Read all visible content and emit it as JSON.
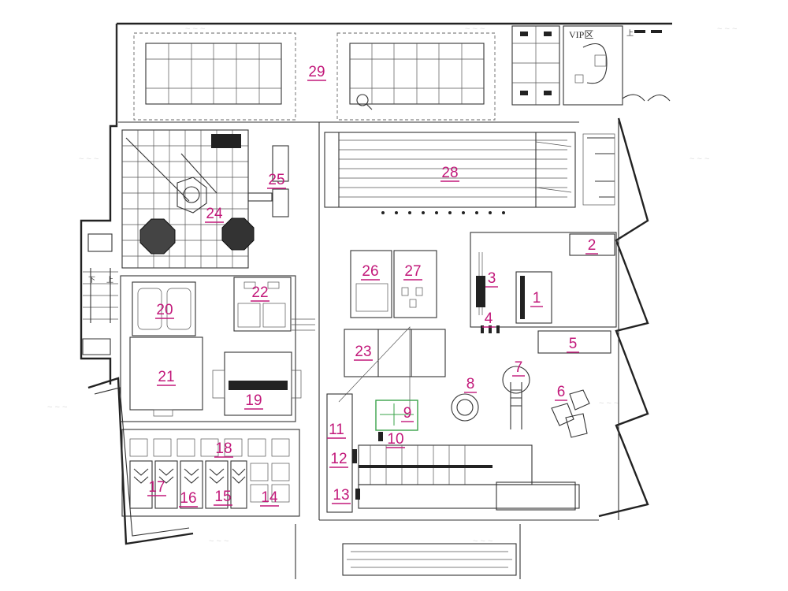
{
  "plan": {
    "vip_label": "VIP区",
    "small_text": [
      "上",
      "下",
      "上"
    ],
    "labels": [
      {
        "id": "1",
        "text": "1"
      },
      {
        "id": "2",
        "text": "2"
      },
      {
        "id": "3",
        "text": "3"
      },
      {
        "id": "4",
        "text": "4"
      },
      {
        "id": "5",
        "text": "5"
      },
      {
        "id": "6",
        "text": "6"
      },
      {
        "id": "7",
        "text": "7"
      },
      {
        "id": "8",
        "text": "8"
      },
      {
        "id": "9",
        "text": "9"
      },
      {
        "id": "10",
        "text": "10"
      },
      {
        "id": "11",
        "text": "11"
      },
      {
        "id": "12",
        "text": "12"
      },
      {
        "id": "13",
        "text": "13"
      },
      {
        "id": "14",
        "text": "14"
      },
      {
        "id": "15",
        "text": "15"
      },
      {
        "id": "16",
        "text": "16"
      },
      {
        "id": "17",
        "text": "17"
      },
      {
        "id": "18",
        "text": "18"
      },
      {
        "id": "19",
        "text": "19"
      },
      {
        "id": "20",
        "text": "20"
      },
      {
        "id": "21",
        "text": "21"
      },
      {
        "id": "22",
        "text": "22"
      },
      {
        "id": "23",
        "text": "23"
      },
      {
        "id": "24",
        "text": "24"
      },
      {
        "id": "25",
        "text": "25"
      },
      {
        "id": "26",
        "text": "26"
      },
      {
        "id": "27",
        "text": "27"
      },
      {
        "id": "28",
        "text": "28"
      },
      {
        "id": "29",
        "text": "29"
      }
    ],
    "colors": {
      "label": "#c2187a",
      "line": "#222222",
      "accent_green": "#3aa34a",
      "watermark": "#c8c8c8"
    }
  }
}
